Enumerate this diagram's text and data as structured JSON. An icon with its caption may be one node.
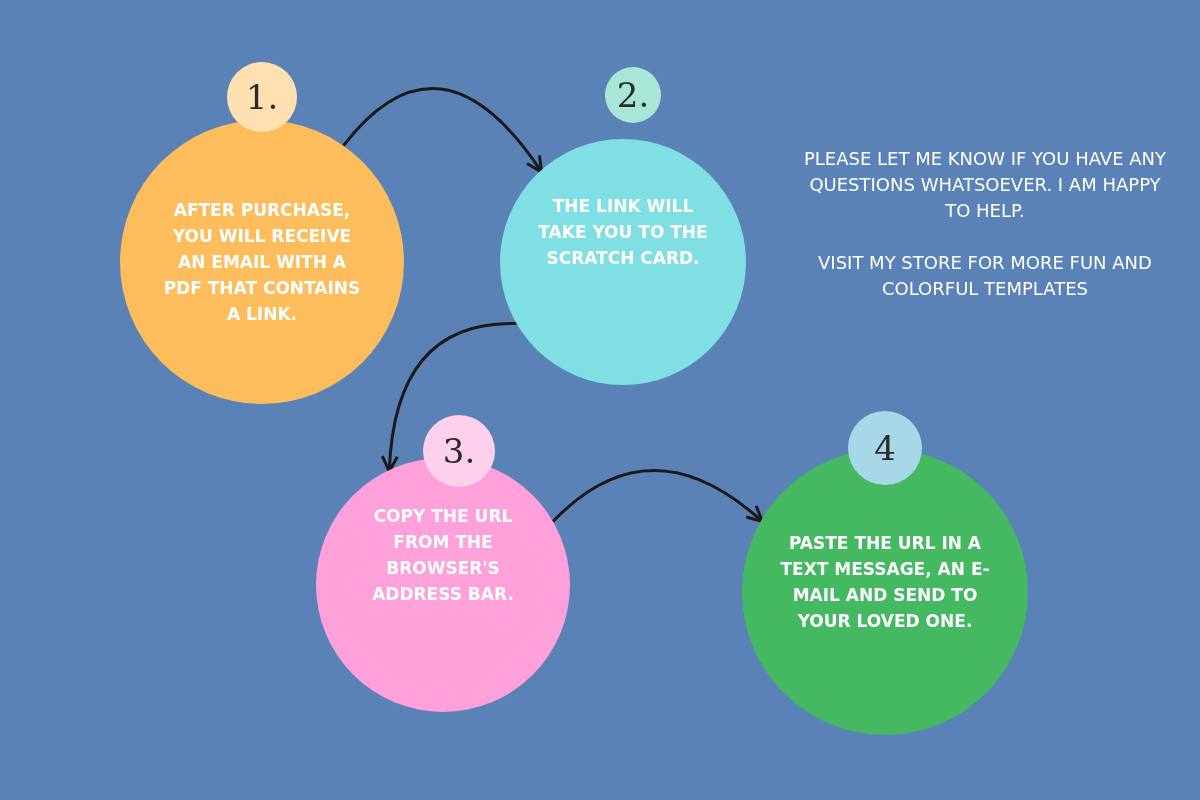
{
  "diagram": {
    "nodes": [
      {
        "text": [
          "1."
        ]
      },
      {
        "text": [
          "AFTER PURCHASE, YOU WILL RECEIVE AN EMAIL WITH A PDF THAT CONTAINS A LINK."
        ]
      },
      {
        "text": [
          "2."
        ]
      },
      {
        "text": [
          "THE LINK WILL TAKE YOU TO THE SCRATCH CARD."
        ]
      },
      {
        "text": [
          "3."
        ]
      },
      {
        "text": [
          "COPY THE URL FROM THE BROWSER'S ADDRESS BAR."
        ]
      },
      {
        "text": [
          "4"
        ]
      },
      {
        "text": [
          "PASTE THE URL IN A TEXT MESSAGE, AN E-MAIL AND SEND TO YOUR LOVED ONE."
        ]
      }
    ],
    "edges": [
      {
        "from": 1,
        "to": 3,
        "arrow": "to"
      },
      {
        "from": 3,
        "to": 5,
        "arrow": "to"
      },
      {
        "from": 5,
        "to": 7,
        "arrow": "to"
      }
    ],
    "labels": [
      "PLEASE LET ME KNOW IF YOU HAVE ANY QUESTIONS WHATSOEVER. I AM HAPPY TO HELP.",
      "VISIT MY STORE FOR MORE FUN AND COLORFUL TEMPLATES"
    ]
  }
}
